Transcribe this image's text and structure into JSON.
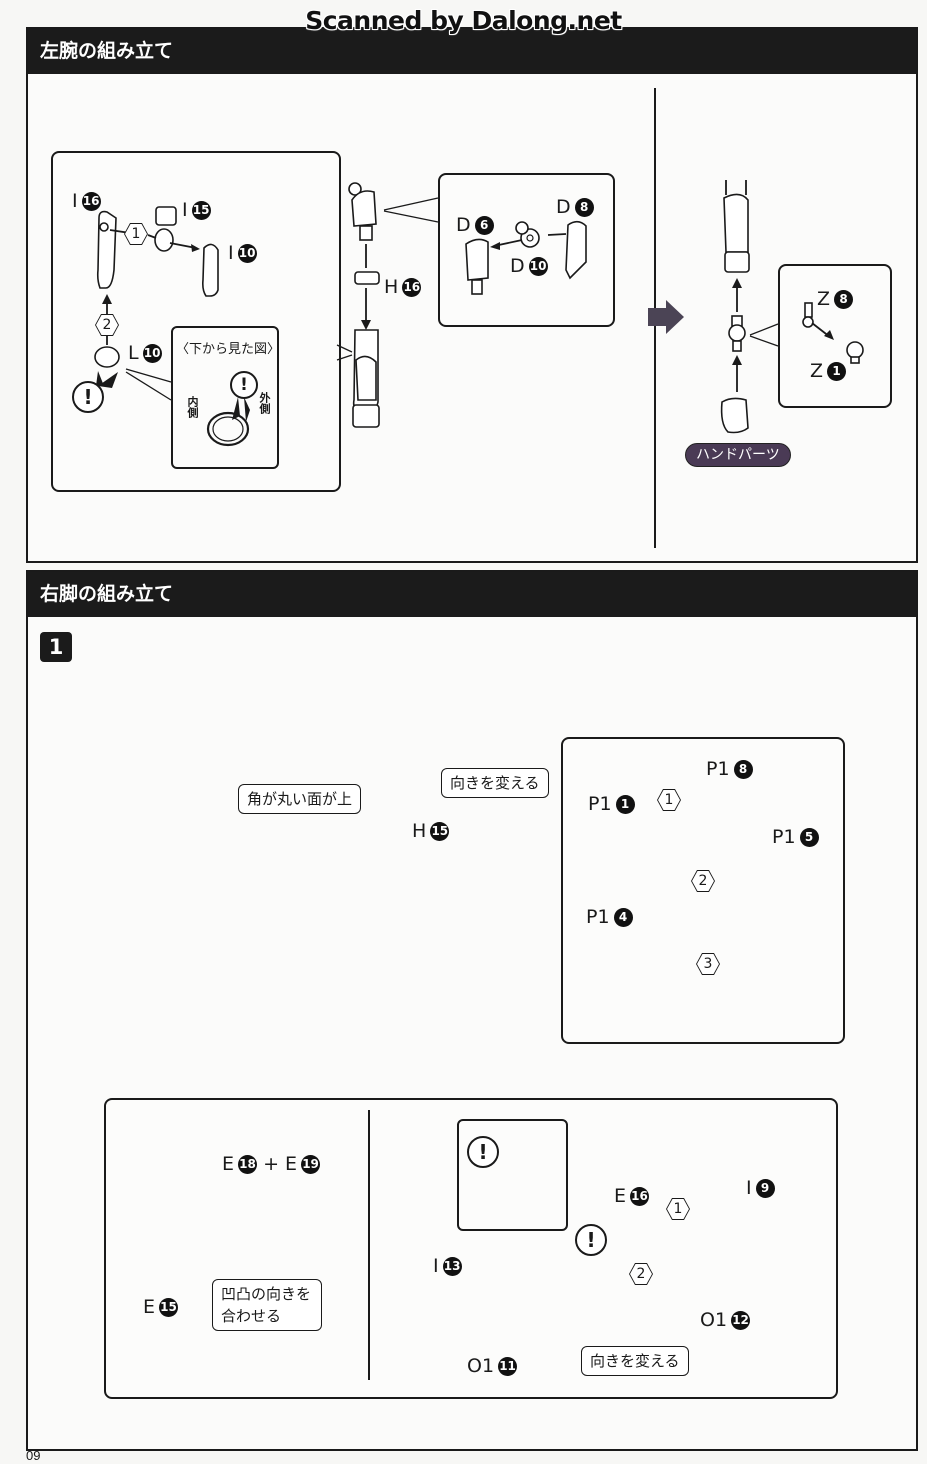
{
  "watermark": "Scanned by Dalong.net",
  "page_number": "09",
  "sections": [
    {
      "title": "左腕の組み立て",
      "left_panel": {
        "parts": {
          "i16": {
            "letter": "I",
            "num": "16"
          },
          "i15": {
            "letter": "I",
            "num": "15"
          },
          "i10": {
            "letter": "I",
            "num": "10"
          },
          "l10": {
            "letter": "L",
            "num": "10"
          }
        },
        "steps": [
          "1",
          "2"
        ],
        "inset": {
          "title": "〈下から見た図〉",
          "inner_label": "内側",
          "outer_label": "外側"
        },
        "warning": "!"
      },
      "middle": {
        "parts": {
          "h16": {
            "letter": "H",
            "num": "16"
          },
          "d6": {
            "letter": "D",
            "num": "6"
          },
          "d8": {
            "letter": "D",
            "num": "8"
          },
          "d10": {
            "letter": "D",
            "num": "10"
          }
        }
      },
      "right_panel": {
        "parts": {
          "z8": {
            "letter": "Z",
            "num": "8"
          },
          "z1": {
            "letter": "Z",
            "num": "1"
          }
        },
        "hand_label": "ハンドパーツ"
      }
    },
    {
      "title": "右脚の組み立て",
      "step": "1",
      "top": {
        "callout_round_face": "角が丸い面が上",
        "callout_turn": "向きを変える",
        "parts": {
          "h15": {
            "letter": "H",
            "num": "15"
          }
        },
        "inset": {
          "parts": {
            "p1_8": {
              "letter": "P1",
              "num": "8"
            },
            "p1_1": {
              "letter": "P1",
              "num": "1"
            },
            "p1_5": {
              "letter": "P1",
              "num": "5"
            },
            "p1_4": {
              "letter": "P1",
              "num": "4"
            }
          },
          "steps": [
            "1",
            "2",
            "3"
          ]
        }
      },
      "bottom": {
        "left": {
          "parts": {
            "e18": {
              "letter": "E",
              "num": "18"
            },
            "e19": {
              "letter": "E",
              "num": "19"
            },
            "e15": {
              "letter": "E",
              "num": "15"
            }
          },
          "plus": "+",
          "callout_align": "凹凸の向きを合わせる"
        },
        "right": {
          "parts": {
            "e16": {
              "letter": "E",
              "num": "16"
            },
            "i9": {
              "letter": "I",
              "num": "9"
            },
            "i13": {
              "letter": "I",
              "num": "13"
            },
            "o1_12": {
              "letter": "O1",
              "num": "12"
            },
            "o1_11": {
              "letter": "O1",
              "num": "11"
            }
          },
          "steps": [
            "1",
            "2"
          ],
          "callout_turn": "向きを変える",
          "warning": "!"
        }
      }
    }
  ]
}
